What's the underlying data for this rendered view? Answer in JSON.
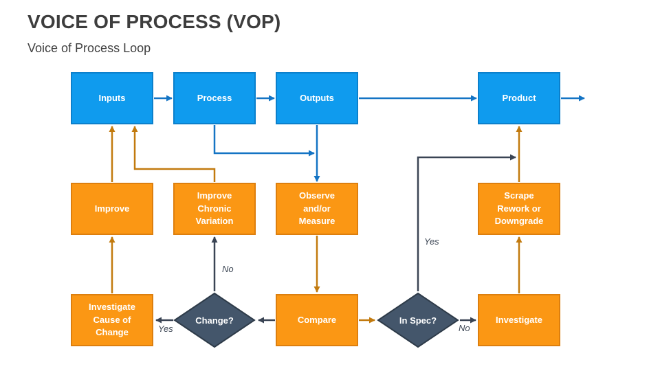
{
  "page": {
    "title": "VOICE OF PROCESS (VOP)",
    "subtitle": "Voice of Process Loop"
  },
  "colors": {
    "process_box_fill": "#0f9bee",
    "process_box_border": "#0b80cc",
    "action_box_fill": "#fb9714",
    "action_box_border": "#dd7f0e",
    "decision_fill": "#44566b",
    "decision_border": "#2e3b49",
    "blue_arrow": "#1474c4",
    "orange_arrow": "#c27a0e",
    "dark_arrow": "#3a4454",
    "title_text": "#3d3d3d",
    "node_text": "#ffffff"
  },
  "nodes": {
    "inputs": {
      "label": "Inputs"
    },
    "process": {
      "label": "Process"
    },
    "outputs": {
      "label": "Outputs"
    },
    "product": {
      "label": "Product"
    },
    "improve": {
      "label": "Improve"
    },
    "improve_chronic_variation": {
      "label": "Improve\nChronic\nVariation"
    },
    "observe_measure": {
      "label": "Observe\nand/or\nMeasure"
    },
    "scrape_rework_downgrade": {
      "label": "Scrape\nRework or\nDowngrade"
    },
    "investigate_cause": {
      "label": "Investigate\nCause of\nChange"
    },
    "compare": {
      "label": "Compare"
    },
    "investigate": {
      "label": "Investigate"
    },
    "change_decision": {
      "label": "Change?"
    },
    "in_spec_decision": {
      "label": "In Spec?"
    }
  },
  "edge_labels": {
    "change_yes": "Yes",
    "change_no": "No",
    "in_spec_yes": "Yes",
    "in_spec_no": "No"
  }
}
